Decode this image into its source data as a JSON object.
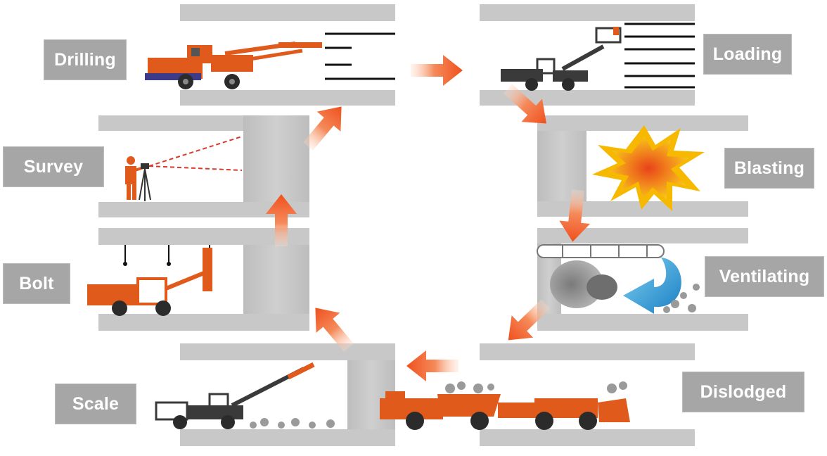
{
  "colors": {
    "rock": "#c9c9c9",
    "rock_dark": "#a3a3a3",
    "label_bg": "#a6a6a6",
    "label_text": "#ffffff",
    "arrow": "#f0501e",
    "machine": "#e05a1c",
    "machine_dark": "#2b2b2b",
    "blast_outer": "#f5b400",
    "blast_inner": "#e8431a",
    "vent_blue": "#1f9bd6"
  },
  "stages": [
    {
      "id": "drilling",
      "label": "Drilling",
      "icon": "drill-rig-icon"
    },
    {
      "id": "loading",
      "label": "Loading",
      "icon": "charging-rig-icon"
    },
    {
      "id": "blasting",
      "label": "Blasting",
      "icon": "explosion-icon"
    },
    {
      "id": "ventilating",
      "label": "Ventilating",
      "icon": "ventilation-icon"
    },
    {
      "id": "dislodged",
      "label": "Dislodged",
      "icon": "loader-truck-icon"
    },
    {
      "id": "scale",
      "label": "Scale",
      "icon": "scaling-rig-icon"
    },
    {
      "id": "bolt",
      "label": "Bolt",
      "icon": "bolting-rig-icon"
    },
    {
      "id": "survey",
      "label": "Survey",
      "icon": "surveyor-icon"
    }
  ]
}
